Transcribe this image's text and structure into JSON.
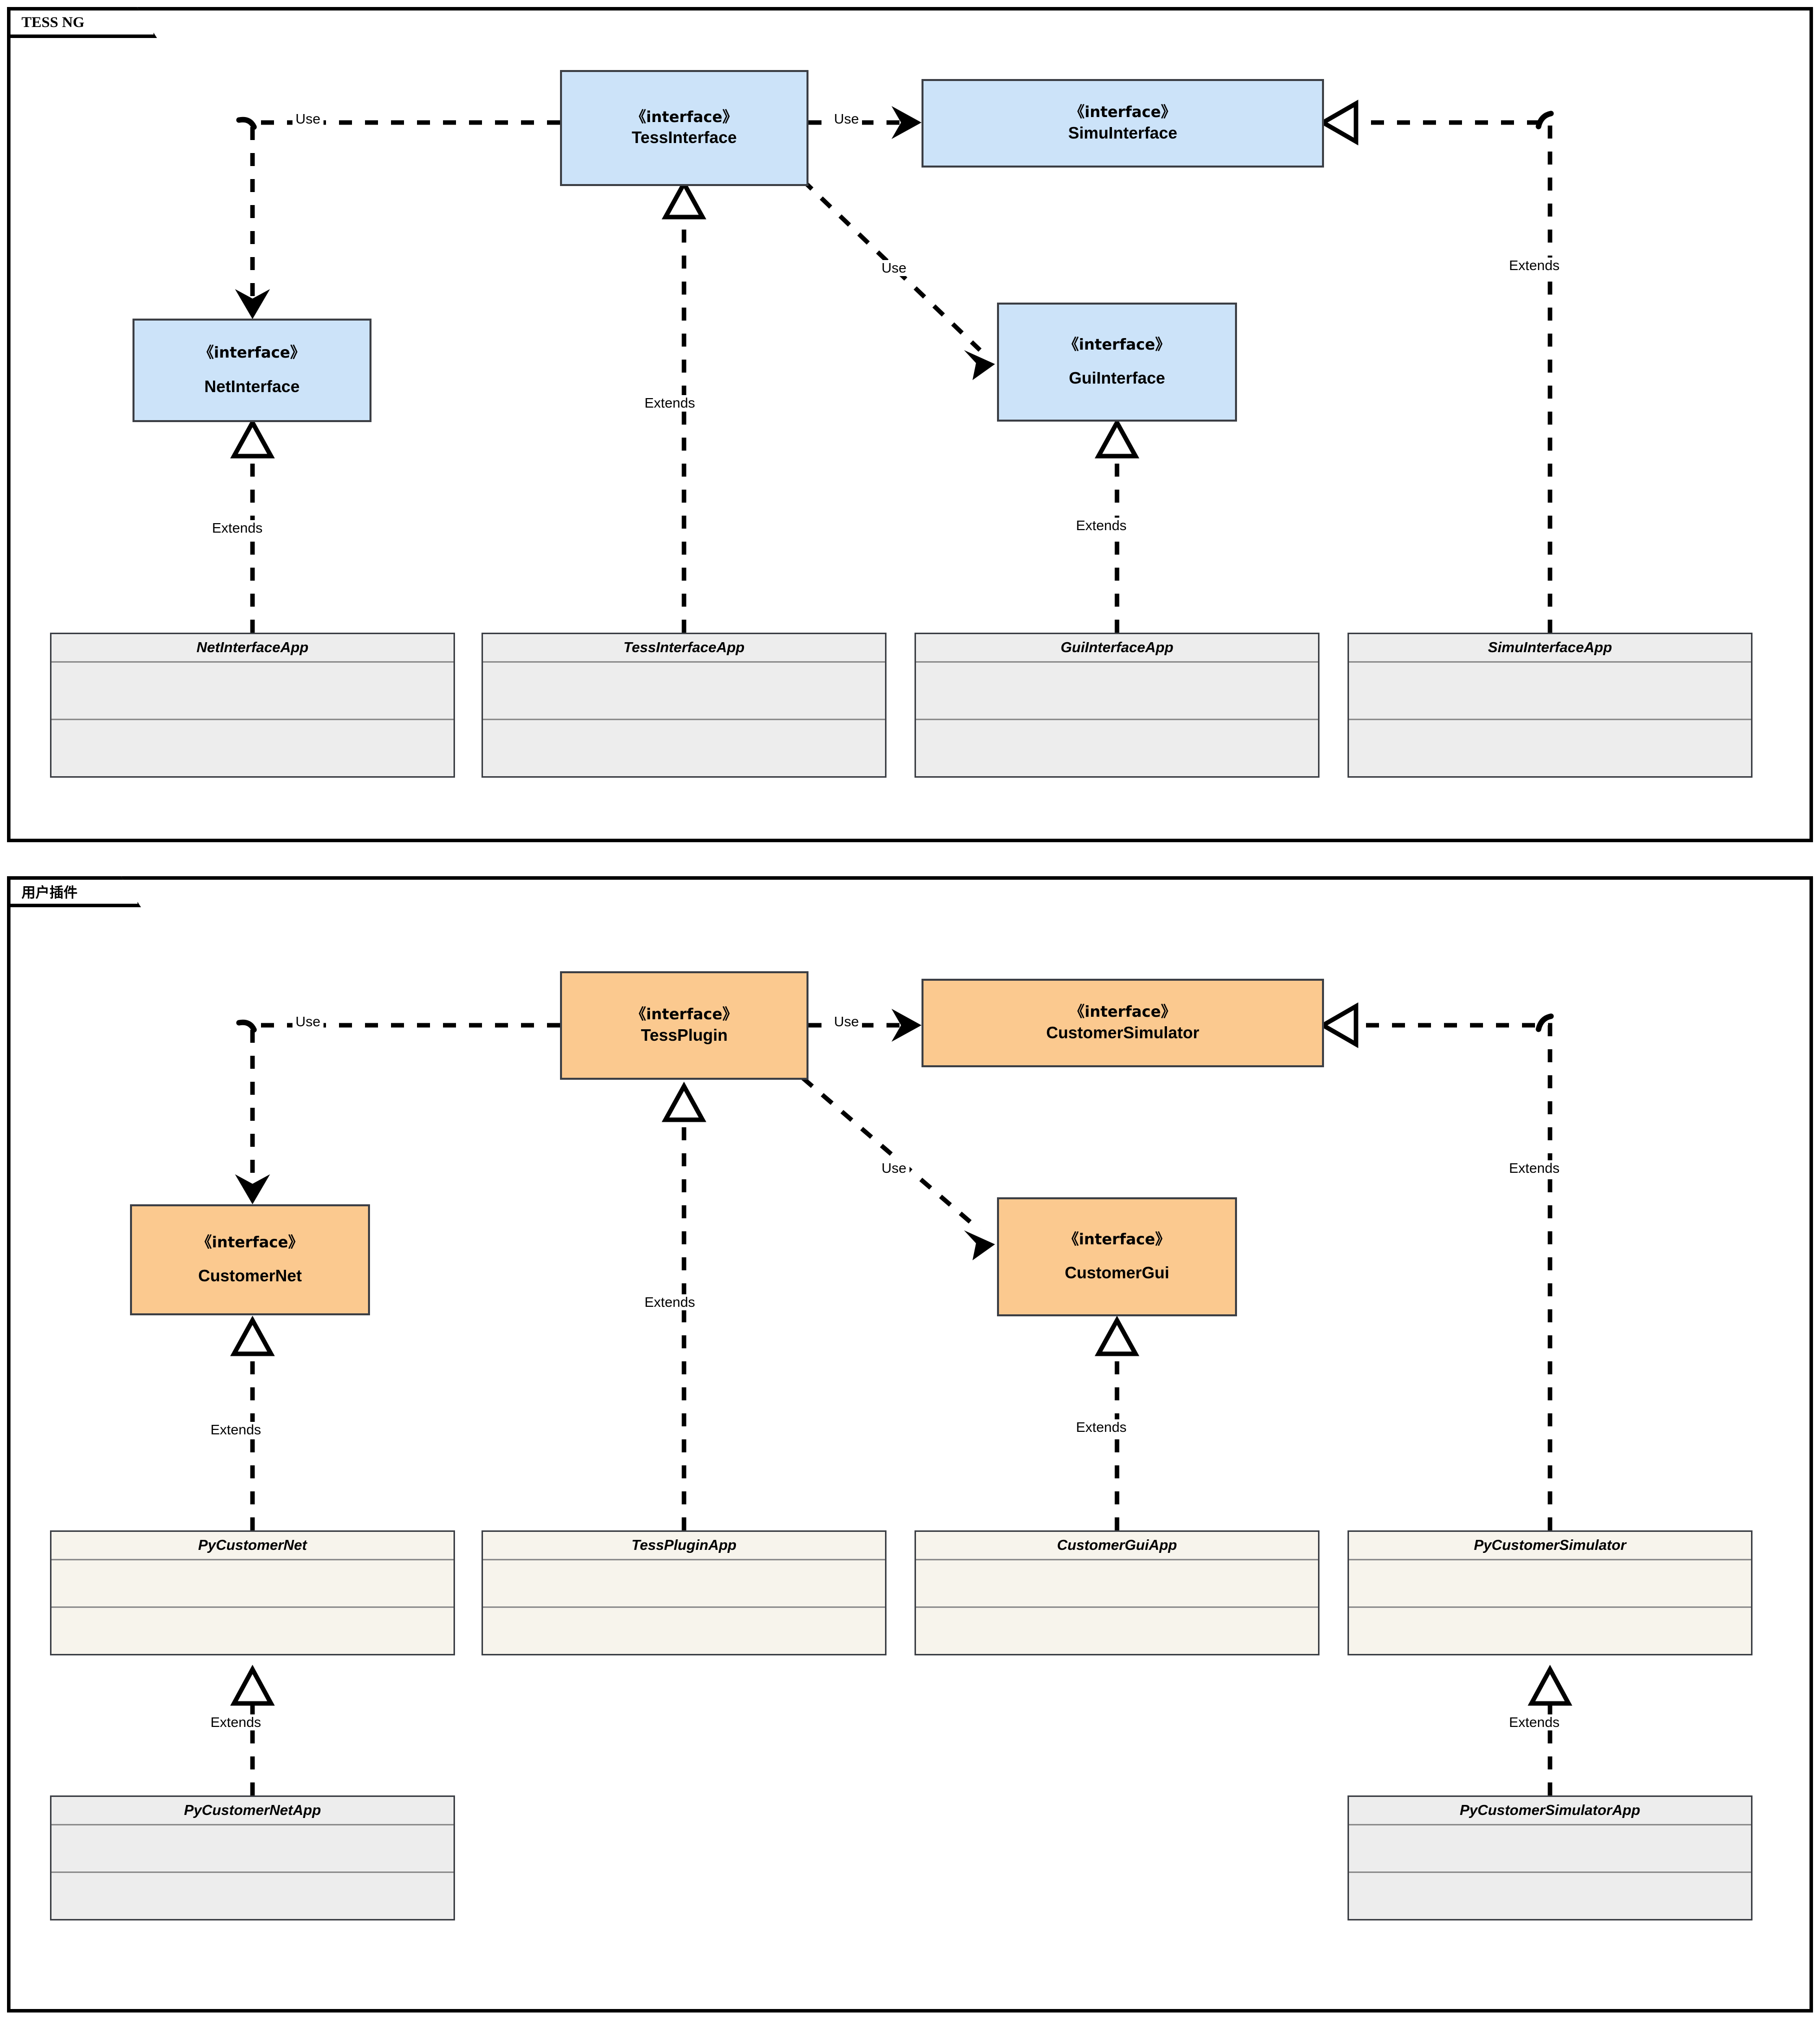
{
  "diagram": {
    "type": "uml-class-diagram",
    "packages": [
      {
        "id": "tess-ng",
        "title": "TESS NG",
        "interface_fill": "#CCE3F9",
        "class_fill": "#EDEDED",
        "interfaces": [
          {
            "id": "tess-interface",
            "stereotype": "《interface》",
            "name": "TessInterface"
          },
          {
            "id": "simu-interface",
            "stereotype": "《interface》",
            "name": "SimuInterface"
          },
          {
            "id": "net-interface",
            "stereotype": "《interface》",
            "name": "NetInterface"
          },
          {
            "id": "gui-interface",
            "stereotype": "《interface》",
            "name": "GuiInterface"
          }
        ],
        "classes": [
          {
            "id": "net-interface-app",
            "name": "NetInterfaceApp"
          },
          {
            "id": "tess-interface-app",
            "name": "TessInterfaceApp"
          },
          {
            "id": "gui-interface-app",
            "name": "GuiInterfaceApp"
          },
          {
            "id": "simu-interface-app",
            "name": "SimuInterfaceApp"
          }
        ],
        "edges": [
          {
            "from": "tess-interface",
            "to": "net-interface",
            "label": "Use",
            "kind": "dependency"
          },
          {
            "from": "tess-interface",
            "to": "simu-interface",
            "label": "Use",
            "kind": "dependency"
          },
          {
            "from": "tess-interface",
            "to": "gui-interface",
            "label": "Use",
            "kind": "dependency"
          },
          {
            "from": "net-interface-app",
            "to": "net-interface",
            "label": "Extends",
            "kind": "realization"
          },
          {
            "from": "tess-interface-app",
            "to": "tess-interface",
            "label": "Extends",
            "kind": "realization"
          },
          {
            "from": "gui-interface-app",
            "to": "gui-interface",
            "label": "Extends",
            "kind": "realization"
          },
          {
            "from": "simu-interface-app",
            "to": "simu-interface",
            "label": "Extends",
            "kind": "realization"
          }
        ]
      },
      {
        "id": "user-plugin",
        "title": "用户插件",
        "interface_fill": "#FBC98F",
        "class_fill_light": "#F7F4EC",
        "class_fill": "#EDEDED",
        "interfaces": [
          {
            "id": "tess-plugin",
            "stereotype": "《interface》",
            "name": "TessPlugin"
          },
          {
            "id": "customer-simulator",
            "stereotype": "《interface》",
            "name": "CustomerSimulator"
          },
          {
            "id": "customer-net",
            "stereotype": "《interface》",
            "name": "CustomerNet"
          },
          {
            "id": "customer-gui",
            "stereotype": "《interface》",
            "name": "CustomerGui"
          }
        ],
        "classes": [
          {
            "id": "py-customer-net",
            "name": "PyCustomerNet"
          },
          {
            "id": "tess-plugin-app",
            "name": "TessPluginApp"
          },
          {
            "id": "customer-gui-app",
            "name": "CustomerGuiApp"
          },
          {
            "id": "py-customer-simulator",
            "name": "PyCustomerSimulator"
          },
          {
            "id": "py-customer-net-app",
            "name": "PyCustomerNetApp"
          },
          {
            "id": "py-customer-simulator-app",
            "name": "PyCustomerSimulatorApp"
          }
        ],
        "edges": [
          {
            "from": "tess-plugin",
            "to": "customer-net",
            "label": "Use",
            "kind": "dependency"
          },
          {
            "from": "tess-plugin",
            "to": "customer-simulator",
            "label": "Use",
            "kind": "dependency"
          },
          {
            "from": "tess-plugin",
            "to": "customer-gui",
            "label": "Use",
            "kind": "dependency"
          },
          {
            "from": "py-customer-net",
            "to": "customer-net",
            "label": "Extends",
            "kind": "realization"
          },
          {
            "from": "tess-plugin-app",
            "to": "tess-plugin",
            "label": "Extends",
            "kind": "realization"
          },
          {
            "from": "customer-gui-app",
            "to": "customer-gui",
            "label": "Extends",
            "kind": "realization"
          },
          {
            "from": "py-customer-simulator",
            "to": "customer-simulator",
            "label": "Extends",
            "kind": "realization"
          },
          {
            "from": "py-customer-net-app",
            "to": "py-customer-net",
            "label": "Extends",
            "kind": "realization"
          },
          {
            "from": "py-customer-simulator-app",
            "to": "py-customer-simulator",
            "label": "Extends",
            "kind": "realization"
          }
        ]
      }
    ]
  }
}
